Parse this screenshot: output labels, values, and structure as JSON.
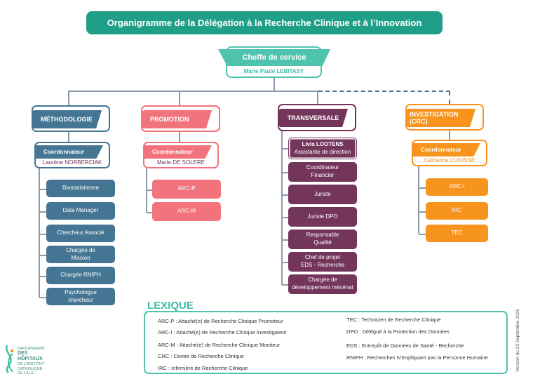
{
  "title": "Organigramme de la Délégation à la Recherche Clinique et à l’Innovation",
  "head": {
    "role": "Cheffe de service",
    "name": "Marie Paule LEBITASY",
    "color": "#4fc3ad"
  },
  "poles": [
    {
      "label": "MÉTHODOLOGIE",
      "color": "#447593",
      "coord_label": "Coordonnateur",
      "coord_name": "Laurène NORBERCIAK",
      "items": [
        "Biostatistienne",
        "Data Manager",
        "Chercheur Associé",
        "Chargée de\nMission",
        "Chargée RNIPH",
        "Psychologue\nchercheur"
      ]
    },
    {
      "label": "PROMOTION",
      "color": "#f2737b",
      "coord_label": "Coordonnateur",
      "coord_name": "Marie DE SOLERE",
      "items": [
        "ARC-P",
        "ARC-M"
      ]
    },
    {
      "label": "TRANSVERSALE",
      "color": "#74355b",
      "assistant_name": "Livia LOOTENS",
      "assistant_role": "Assistante de direction",
      "items": [
        "Coordinateur\nFinancier",
        "Juriste",
        "Juriste DPO",
        "Responsable\nQualité",
        "Chef de projet\nEDS - Recherche",
        "Chargée de\ndéveloppement mécénat"
      ]
    },
    {
      "label": "INVESTIGATION  (CRC)",
      "color": "#f7941e",
      "coord_label": "Coordonnateur",
      "coord_name": "Catherine CUNISSE",
      "items": [
        "ARC-I",
        "IRC",
        "TEC"
      ]
    }
  ],
  "lexique": {
    "title": "LEXIQUE",
    "left": [
      "ARC-P : Attaché(e) de Recherche Clinique Promoteur",
      "ARC-I : Attaché(e) de Recherche Clinique Investigateur",
      "ARC-M : Attaché(e) de Recherche Clinique Moniteur",
      "CRC :  Centre de Recherche Clinique",
      "IRC : Infirmière de Recherche Clinique"
    ],
    "right": [
      "TEC : Technicien de Recherche Clinique",
      "DPO : Délégué à la Protection des Données",
      "EDS : Entrepôt de Données de Santé - Recherche",
      "RNIPH : Recherches N’Impliquant pas la Personne Humaine"
    ]
  },
  "logo": {
    "lines": [
      "GROUPEMENT",
      "DES HÔPITAUX",
      "DE L'INSTITUT",
      "CATHOLIQUE",
      "DE LILLE"
    ]
  },
  "version": "Version du 23 Septembre 2025"
}
